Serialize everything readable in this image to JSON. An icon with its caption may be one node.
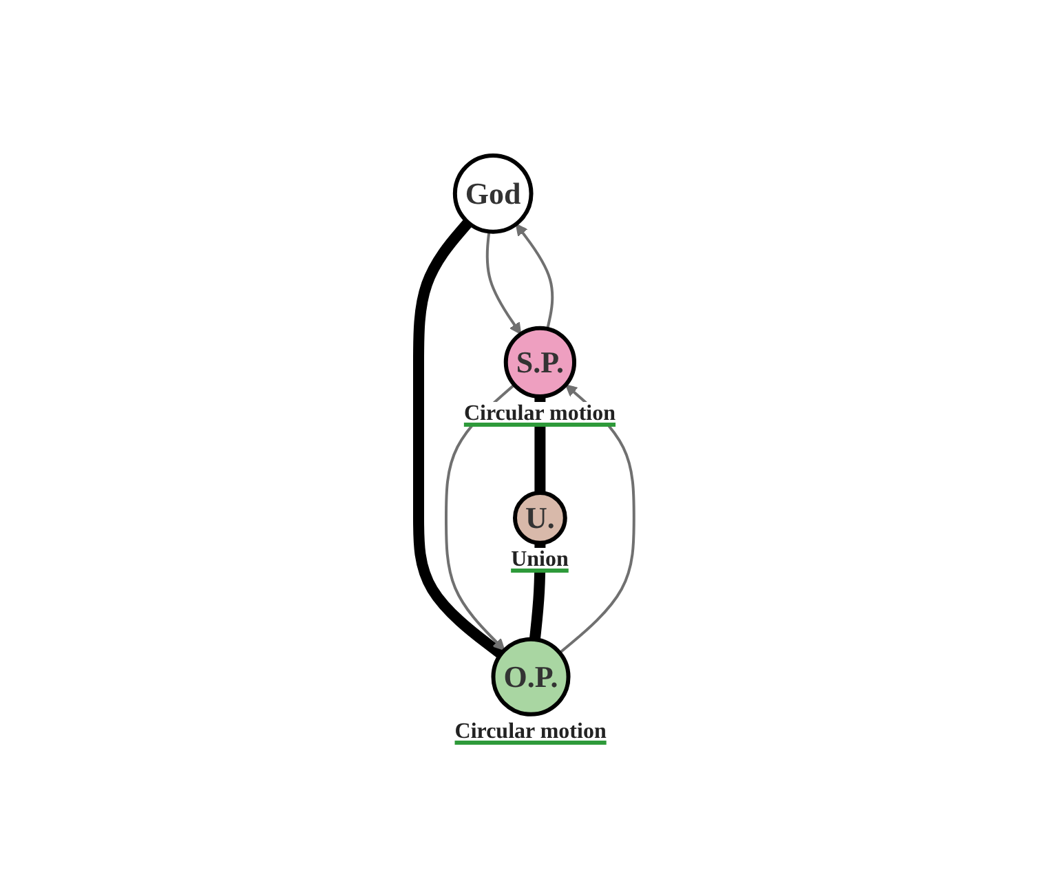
{
  "diagram": {
    "nodes": [
      {
        "text": [
          "God"
        ]
      },
      {
        "text": [
          "S.P."
        ],
        "beside": [
          "Circular motion"
        ]
      },
      {
        "text": [
          "O.P."
        ],
        "beside": [
          "Circular motion"
        ]
      },
      {
        "text": [
          "U."
        ],
        "beside": [
          "Union"
        ]
      }
    ],
    "edges": [
      {
        "from": 1,
        "to": 0,
        "arrow": "to"
      },
      {
        "from": 0,
        "to": 1,
        "arrow": "to"
      },
      {
        "from": 0,
        "to": 2,
        "arrow": "none",
        "style": "thick",
        "color": "#000000"
      },
      {
        "from": 1,
        "to": 2,
        "arrow": "to"
      },
      {
        "from": 2,
        "to": 1,
        "arrow": "to"
      },
      {
        "from": 1,
        "to": 3,
        "arrow": "none",
        "style": "thick",
        "color": "#000000"
      },
      {
        "from": 3,
        "to": 2,
        "arrow": "none",
        "style": "thick",
        "color": "#000000"
      }
    ]
  }
}
